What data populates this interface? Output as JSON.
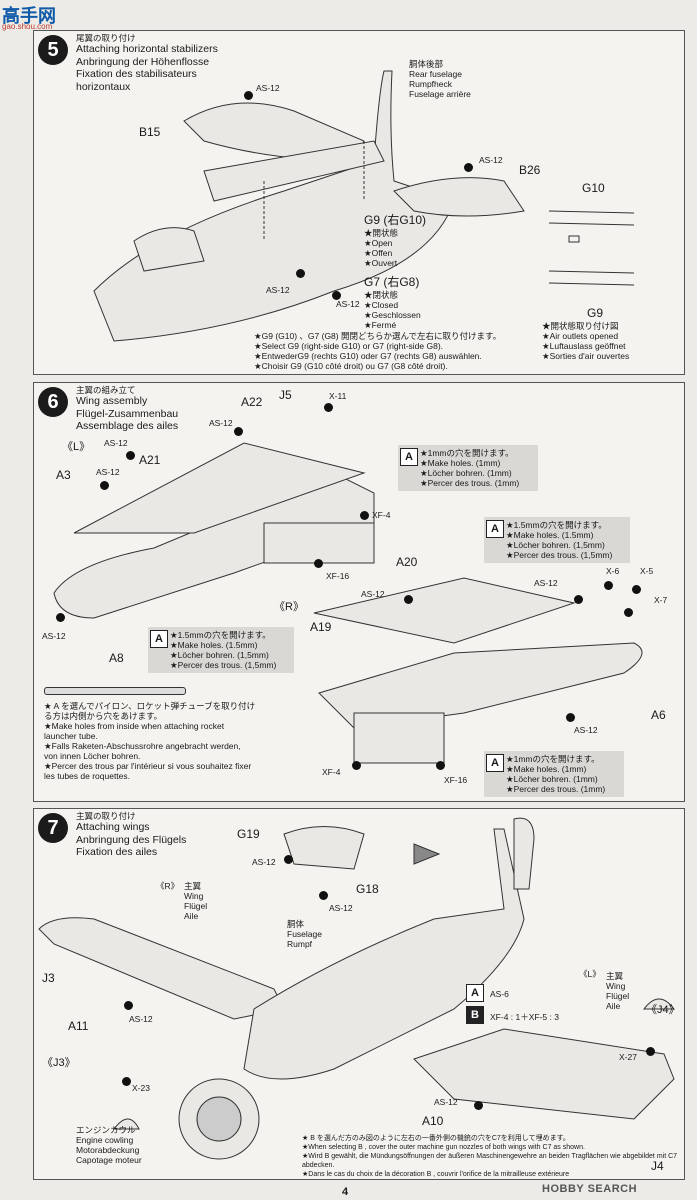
{
  "header_logo": {
    "main": "高手网",
    "sub": "gao.shou.com"
  },
  "step5": {
    "number": "5",
    "title_jp": "尾翼の取り付け",
    "title_en": "Attaching horizontal stabilizers",
    "title_de": "Anbringung der Höhenflosse",
    "title_fr": "Fixation des stabilisateurs",
    "title_fr2": "horizontaux",
    "rear_fuselage": {
      "jp": "胴体後部",
      "en": "Rear fuselage",
      "de": "Rumpfheck",
      "fr": "Fuselage arrière"
    },
    "parts": {
      "as12_a": "AS-12",
      "b15": "B15",
      "as12_b": "AS-12",
      "b26": "B26",
      "g10": "G10",
      "as12_c": "AS-12",
      "as12_d": "AS-12",
      "g9_bottom": "G9"
    },
    "g9_title": "G9 (右G10)",
    "g9_opts": [
      "★開状態",
      "★Open",
      "★Offen",
      "★Ouvert"
    ],
    "g7_title": "G7 (右G8)",
    "g7_opts": [
      "★閉状態",
      "★Closed",
      "★Geschlossen",
      "★Fermé"
    ],
    "notes": [
      "★G9 (G10) 、G7 (G8) 開閉どちらか選んで左右に取り付けます。",
      "★Select G9 (right-side G10) or G7 (right-side G8).",
      "★EntwederG9 (rechts G10) oder G7 (rechts G8) auswählen.",
      "★Choisir G9 (G10 côté droit) ou G7 (G8 côté droit)."
    ],
    "vent_notes": [
      "★開状態取り付け図",
      "★Air outlets opened",
      "★Luftauslass geöffnet",
      "★Sorties d'air ouvertes"
    ]
  },
  "step6": {
    "number": "6",
    "title_jp": "主翼の組み立て",
    "title_en": "Wing assembly",
    "title_de": "Flügel-Zusammenbau",
    "title_fr": "Assemblage des ailes",
    "left_mark": "《L》",
    "right_mark": "《R》",
    "parts": {
      "j5": "J5",
      "x11": "X-11",
      "a22": "A22",
      "as12_a": "AS-12",
      "as12_b": "AS-12",
      "a21": "A21",
      "a3": "A3",
      "as12_c": "AS-12",
      "xf4_a": "XF-4",
      "xf16_a": "XF-16",
      "as12_d": "AS-12",
      "a8": "A8",
      "a20": "A20",
      "a19": "A19",
      "as12_e": "AS-12",
      "as12_f": "AS-12",
      "x6": "X-6",
      "x5": "X-5",
      "x7": "X-7",
      "a6": "A6",
      "as12_g": "AS-12",
      "xf4_b": "XF-4",
      "xf16_b": "XF-16"
    },
    "note_a1": {
      "letter": "A",
      "lines": [
        "★1mmの穴を開けます。",
        "★Make holes. (1mm)",
        "★Löcher bohren. (1mm)",
        "★Percer des trous. (1mm)"
      ]
    },
    "note_a2": {
      "letter": "A",
      "lines": [
        "★1.5mmの穴を開けます。",
        "★Make holes. (1.5mm)",
        "★Löcher bohren. (1,5mm)",
        "★Percer des trous. (1,5mm)"
      ]
    },
    "note_a3": {
      "letter": "A",
      "lines": [
        "★1.5mmの穴を開けます。",
        "★Make holes. (1.5mm)",
        "★Löcher bohren. (1,5mm)",
        "★Percer des trous. (1,5mm)"
      ]
    },
    "note_a4": {
      "letter": "A",
      "lines": [
        "★1mmの穴を開けます。",
        "★Make holes. (1mm)",
        "★Löcher bohren. (1mm)",
        "★Percer des trous. (1mm)"
      ]
    },
    "rocket_note": [
      "★ A を選んでパイロン、ロケット弾チューブを取り付け",
      "る方は内側から穴をあけます。",
      "★Make holes from inside when attaching rocket",
      "launcher tube.",
      "★Falls Raketen-Abschussrohre angebracht werden,",
      "von innen Löcher bohren.",
      "★Percer des trous par l'intérieur si vous souhaitez fixer",
      "les tubes de roquettes."
    ]
  },
  "step7": {
    "number": "7",
    "title_jp": "主翼の取り付け",
    "title_en": "Attaching wings",
    "title_de": "Anbringung des Flügels",
    "title_fr": "Fixation des ailes",
    "parts": {
      "g19": "G19",
      "as12_a": "AS-12",
      "g18": "G18",
      "as12_b": "AS-12",
      "j3": "J3",
      "a11": "A11",
      "as12_c": "AS-12",
      "j3_mark": "《J3》",
      "x23": "X-23",
      "as6": "AS-6",
      "a10": "A10",
      "as12_d": "AS-12",
      "x27": "X-27",
      "j4_mark": "《J4》",
      "j4": "J4"
    },
    "right_wing": {
      "mark": "《R》",
      "jp": "主翼",
      "en": "Wing",
      "de": "Flügel",
      "fr": "Aile"
    },
    "left_wing": {
      "mark": "《L》",
      "jp": "主翼",
      "en": "Wing",
      "de": "Flügel",
      "fr": "Aile"
    },
    "fuselage": {
      "jp": "胴体",
      "en": "Fuselage",
      "de": "Rumpf"
    },
    "cowling": {
      "jp": "エンジンカウル",
      "en": "Engine cowling",
      "de": "Motorabdeckung",
      "fr": "Capotage moteur"
    },
    "paint": {
      "letter": "B",
      "text": "XF-4 : 1＋XF-5 : 3"
    },
    "paint_letter_a": "A",
    "notes": [
      "★ B を選んだ方のみ図のように左右の一番外側の機銃の穴をC7を利用して埋めます。",
      "★When selecting B , cover the outer machine gun nozzles of both wings with C7 as shown.",
      "★Wird B gewählt, die Mündungsöffnungen der äußeren Maschinengewehre an beiden Tragflächen wie abgebildet mit C7 abdecken.",
      "★Dans le cas du choix de la décoration B , couvrir l'orifice de la mitrailleuse extérieure"
    ]
  },
  "footer": {
    "page": "4",
    "watermark": "HOBBY SEARCH"
  }
}
